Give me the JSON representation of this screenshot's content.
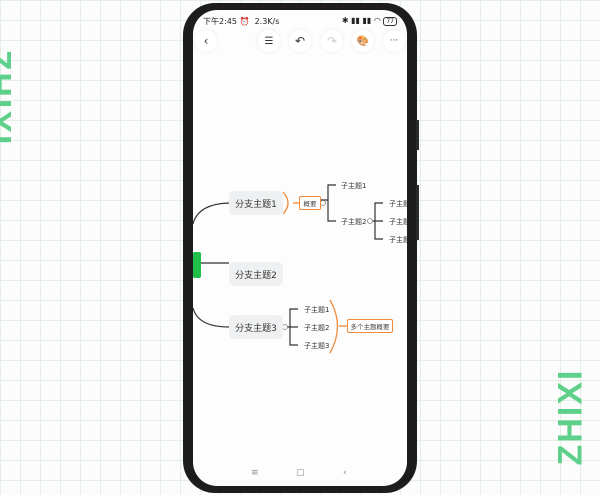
{
  "watermark": "ZHIXI .",
  "status": {
    "time": "下午2:45",
    "speed": "2.3K/s",
    "battery": "77"
  },
  "toolbar": {
    "back": "‹",
    "outline": "☰",
    "undo": "↶",
    "redo": "↷",
    "theme": "🎨",
    "more": "···"
  },
  "mindmap": {
    "branches": [
      "分支主题1",
      "分支主题2",
      "分支主题3"
    ],
    "summary1": "概要",
    "b1_children": [
      "子主题1",
      "子主题2"
    ],
    "b1_grandchildren": [
      "子主题",
      "子主题",
      "子主题"
    ],
    "b3_children": [
      "子主题1",
      "子主题2",
      "子主题3"
    ],
    "summary3": "多个主题概要",
    "accent": "#f08a3c",
    "root_color": "#1fbf4a"
  },
  "nav": {
    "menu": "≡",
    "home": "▢",
    "back": "‹"
  }
}
